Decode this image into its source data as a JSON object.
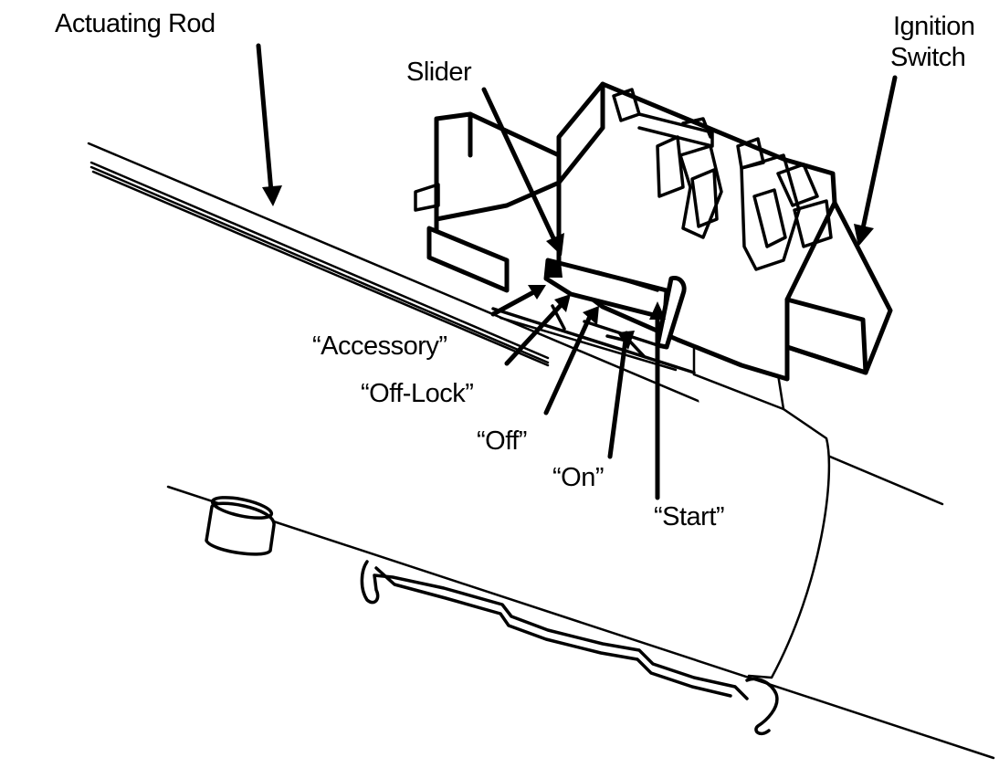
{
  "labels": {
    "actuating_rod": "Actuating Rod",
    "slider": "Slider",
    "ignition_switch_line1": "Ignition",
    "ignition_switch_line2": "Switch",
    "accessory": "“Accessory”",
    "off_lock": "“Off-Lock”",
    "off": "“Off”",
    "on": "“On”",
    "start": "“Start”"
  },
  "colors": {
    "ink": "#000000",
    "background": "#ffffff"
  }
}
